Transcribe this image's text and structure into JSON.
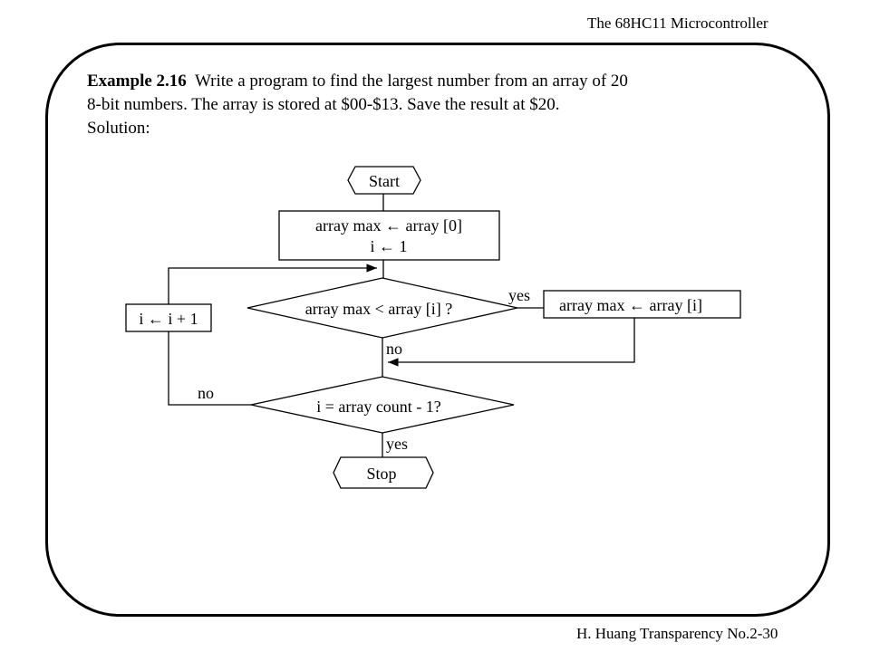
{
  "header": {
    "title": "The 68HC11 Microcontroller"
  },
  "footer": {
    "text": "H. Huang Transparency No.2-30"
  },
  "problem": {
    "label": "Example 2.16",
    "line1": "Write a program to find the largest number from an array of 20",
    "line2": "8-bit numbers.  The array is stored at $00-$13.  Save the result at $20.",
    "line3": "Solution:"
  },
  "flowchart": {
    "start": "Start",
    "init_line1": "array max ← array [0]",
    "init_line2": "i ← 1",
    "compare": "array max < array [i] ?",
    "assign": "array max ← array [i]",
    "increment": "i ← i + 1",
    "check_end": "i = array count - 1?",
    "stop": "Stop",
    "yes_label_compare": "yes",
    "no_label_compare": "no",
    "no_label_check": "no",
    "yes_label_check": "yes"
  }
}
